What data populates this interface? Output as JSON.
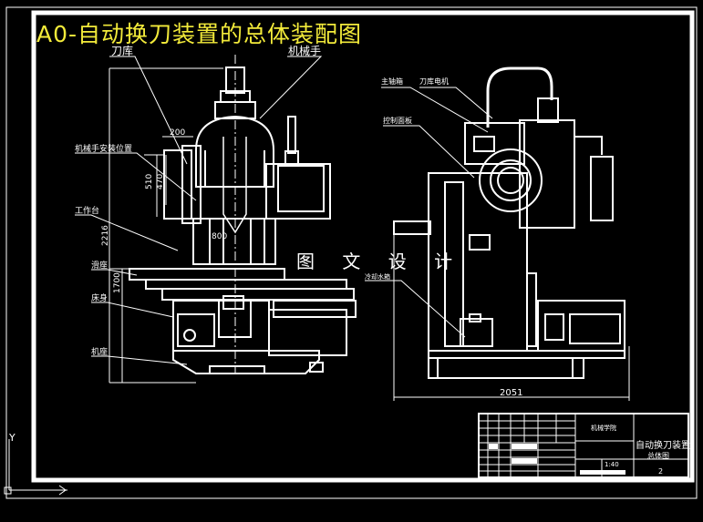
{
  "sheet": {
    "title": "A0-自动换刀装置的总体装配图",
    "watermark": "图 文 设 计"
  },
  "labels": {
    "magazine": "刀库",
    "manipulator": "机械手",
    "spindle_box": "主轴箱",
    "magazine_motor": "刀库电机",
    "control_panel": "控制面板",
    "manipulator_mount": "机械手安装位置",
    "worktable": "工作台",
    "slide": "滑座",
    "bed": "床身",
    "base": "机座",
    "coolant": "冷却水箱"
  },
  "dimensions": {
    "d200": "200",
    "d510": "510",
    "d470": "470",
    "d2216": "2216",
    "d1700": "1700",
    "d800": "800",
    "d2051": "2051"
  },
  "title_block": {
    "drawing_name_line1": "自动换刀装置",
    "drawing_name_line2": "总体图",
    "school": "机械学院",
    "sheet_no": "2",
    "scale": "1:40"
  },
  "ucs": {
    "y": "Y"
  }
}
